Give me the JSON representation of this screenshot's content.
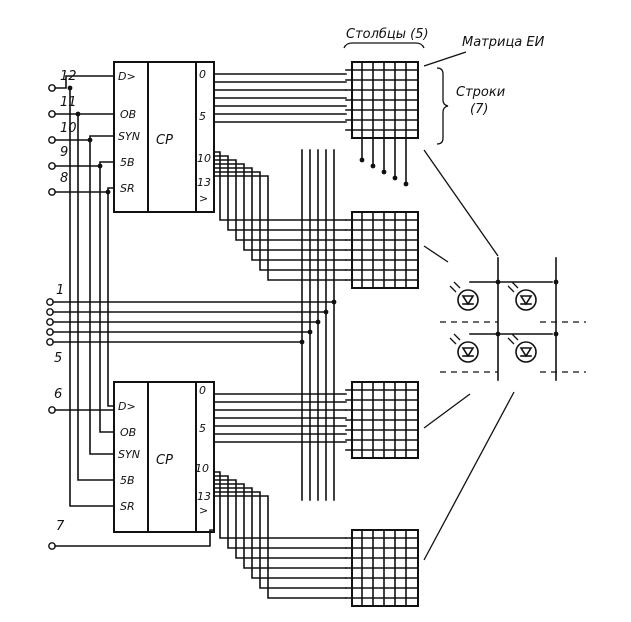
{
  "labels": {
    "columns": "Столбцы (5)",
    "matrix": "Матрица ЕИ",
    "rows_line1": "Строки",
    "rows_line2": "(7)"
  },
  "chips": [
    {
      "name": "CP",
      "inputs": [
        "D>",
        "OB",
        "SYN",
        "5B",
        "SR"
      ],
      "outputs": [
        "0",
        "5",
        "10",
        "13",
        ">"
      ]
    },
    {
      "name": "CP",
      "inputs": [
        "D>",
        "OB",
        "SYN",
        "5B",
        "SR"
      ],
      "outputs": [
        "0",
        "5",
        "10",
        "13",
        ">"
      ]
    }
  ],
  "terminals": {
    "top": [
      "12",
      "11",
      "10",
      "9",
      "8"
    ],
    "middle": [
      "1",
      "5"
    ],
    "bottom": [
      "6",
      "7"
    ]
  }
}
